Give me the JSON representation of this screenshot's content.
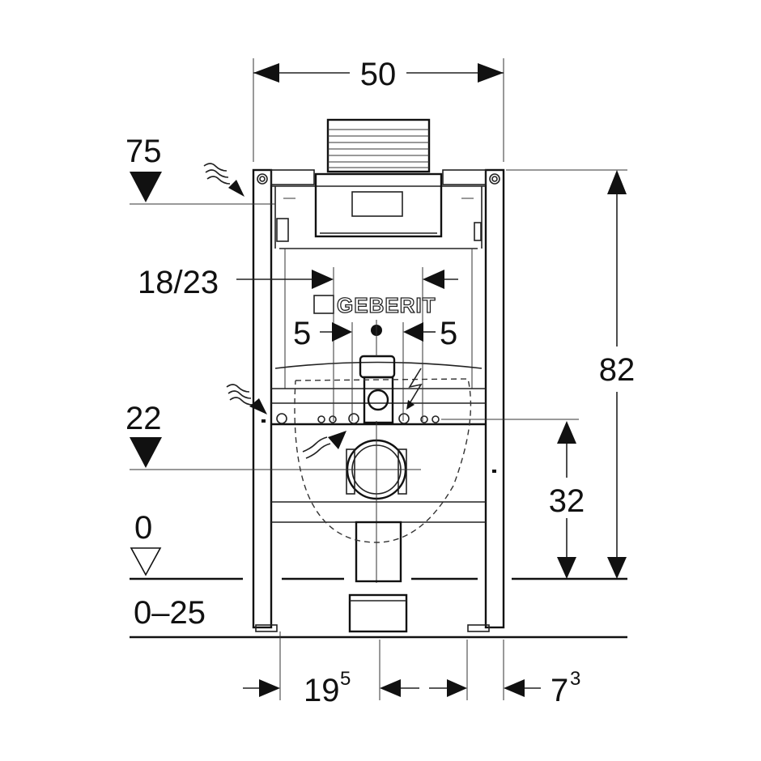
{
  "diagram": {
    "title": "Geberit installation frame dimension drawing",
    "logo_text": "GEBERIT",
    "dimensions": {
      "width": "50",
      "actuation_height": "75",
      "bolt_spacing": "18/23",
      "left_offset": "5",
      "right_offset": "5",
      "total_height": "82",
      "supply_height": "22",
      "drain_height": "32",
      "floor_level": "0",
      "floor_adjust": "0–25",
      "left_depth_main": "19",
      "left_depth_sup": "5",
      "right_depth_main": "7",
      "right_depth_sup": "3"
    }
  }
}
